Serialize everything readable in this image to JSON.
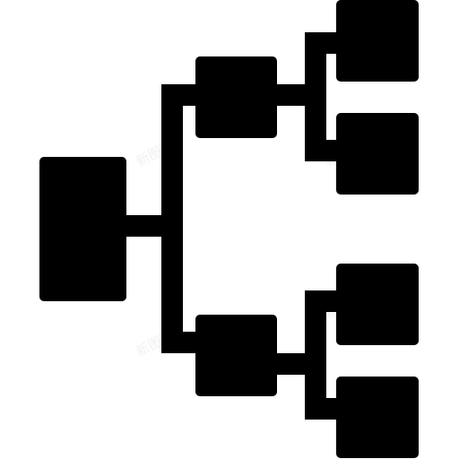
{
  "icon": {
    "name": "hierarchy-tree-icon",
    "color": "#000000",
    "background": "#ffffff",
    "nodes": [
      {
        "name": "root-node",
        "level": 0
      },
      {
        "name": "branch-node-top",
        "level": 1
      },
      {
        "name": "branch-node-bottom",
        "level": 1
      },
      {
        "name": "leaf-node-1",
        "level": 2
      },
      {
        "name": "leaf-node-2",
        "level": 2
      },
      {
        "name": "leaf-node-3",
        "level": 2
      },
      {
        "name": "leaf-node-4",
        "level": 2
      }
    ]
  },
  "watermark": {
    "text": "新图网",
    "color": "#000000"
  }
}
